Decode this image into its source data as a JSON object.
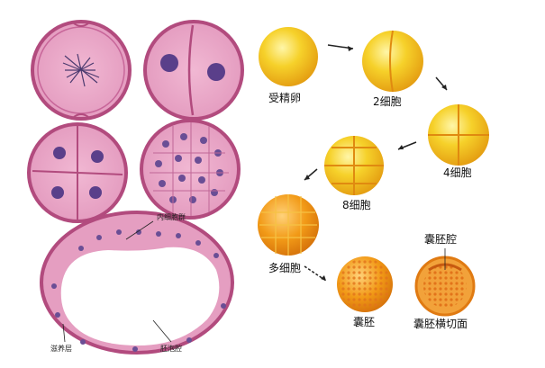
{
  "histology": {
    "inner_cell_mass": "内细胞群",
    "trophoblast": "滋养层",
    "blastocoel": "胚泡腔"
  },
  "development": {
    "zygote": "受精卵",
    "two_cell": "2细胞",
    "four_cell": "4细胞",
    "eight_cell": "8细胞",
    "morula": "多细胞",
    "blastocyst": "囊胚",
    "blastocyst_cavity": "囊胚腔",
    "blastocyst_section": "囊胚横切面"
  },
  "colors": {
    "tissue_pink": "#e7a6c7",
    "tissue_rim": "#b24b7e",
    "nucleus": "#5a3f8a",
    "embryo_yellow": "#f4c21d",
    "embryo_orange": "#f29a17"
  }
}
